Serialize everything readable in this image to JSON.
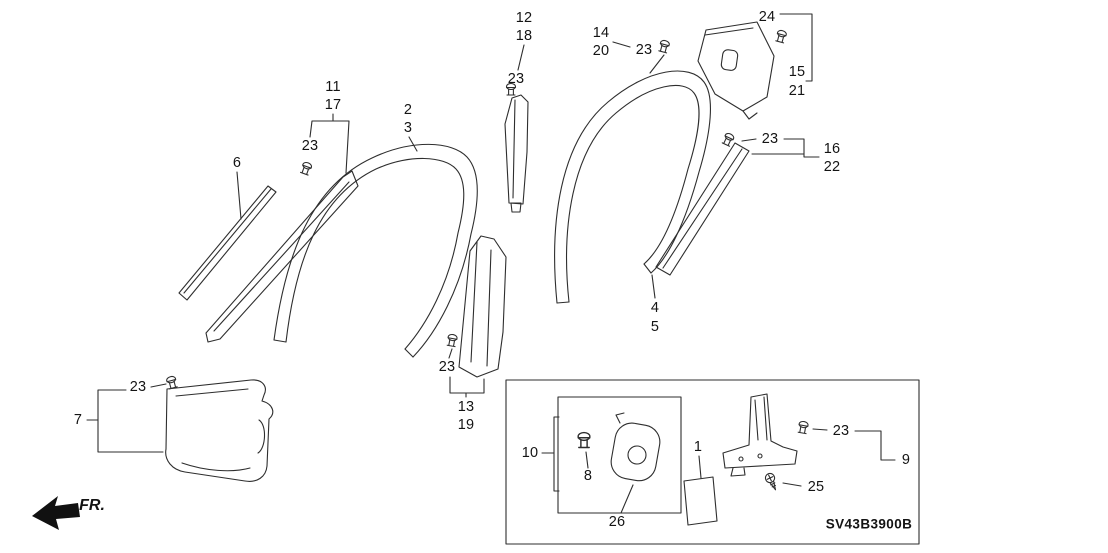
{
  "diagram": {
    "code": "SV43B3900B",
    "fr": "FR.",
    "numbers": {
      "n1": "1",
      "n2": "2",
      "n3": "3",
      "n4": "4",
      "n5": "5",
      "n6": "6",
      "n7": "7",
      "n8": "8",
      "n9": "9",
      "n10": "10",
      "n11": "11",
      "n12": "12",
      "n13": "13",
      "n14": "14",
      "n15": "15",
      "n16": "16",
      "n17": "17",
      "n18": "18",
      "n19": "19",
      "n20": "20",
      "n21": "21",
      "n22": "22",
      "n23": "23",
      "n24": "24",
      "n25": "25",
      "n26": "26"
    }
  }
}
